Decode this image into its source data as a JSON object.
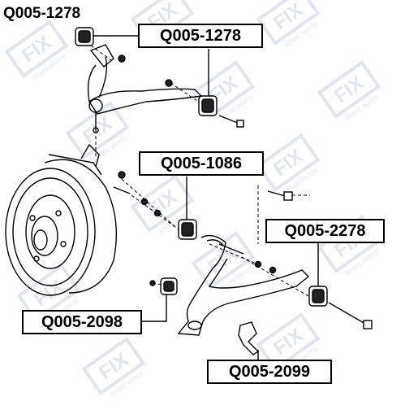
{
  "title": "Q005-1278",
  "labels": {
    "upper_arm": "Q005-1278",
    "bushing_mid": "Q005-1086",
    "bushing_right": "Q005-2278",
    "bushing_left": "Q005-2098",
    "ball_joint": "Q005-2099"
  },
  "watermark": {
    "brand": "FIX",
    "tagline": "SPARE PARTS"
  },
  "colors": {
    "line": "#000000",
    "watermark": "#c7cfe3",
    "background": "#ffffff"
  }
}
